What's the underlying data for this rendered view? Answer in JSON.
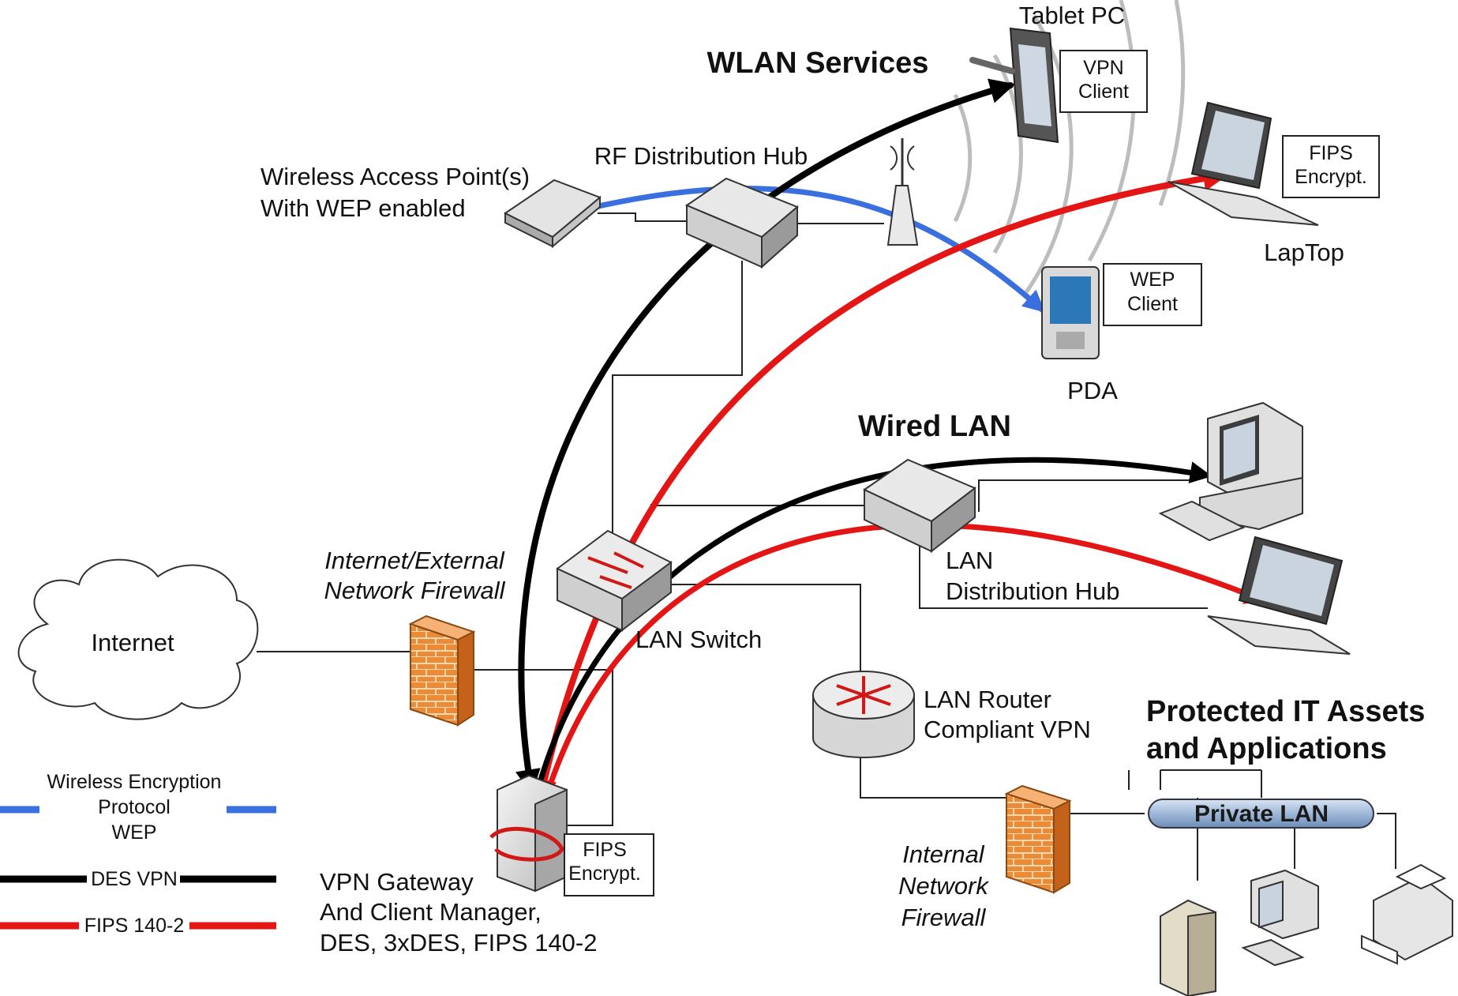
{
  "titles": {
    "wlan": "WLAN Services",
    "wired": "Wired LAN",
    "protected_line1": "Protected IT Assets",
    "protected_line2": "and Applications"
  },
  "devices": {
    "tablet_label": "Tablet PC",
    "tablet_badge": [
      "VPN",
      "Client"
    ],
    "laptop_label": "LapTop",
    "laptop_badge": [
      "FIPS",
      "Encrypt."
    ],
    "pda_label": "PDA",
    "pda_badge": [
      "WEP",
      "Client"
    ],
    "access_point_label": [
      "Wireless Access Point(s)",
      "With WEP enabled"
    ],
    "rf_hub_label": "RF Distribution Hub",
    "internet_label": "Internet",
    "external_firewall_label": [
      "Internet/External",
      "Network Firewall"
    ],
    "lan_switch_label": "LAN Switch",
    "lan_hub_label": [
      "LAN",
      "Distribution Hub"
    ],
    "lan_router_label": [
      "LAN Router",
      "Compliant VPN"
    ],
    "internal_firewall_label": [
      "Internal",
      "Network",
      "Firewall"
    ],
    "private_lan_label": "Private LAN",
    "vpn_gateway_label": [
      "VPN Gateway",
      "And Client Manager,",
      "DES, 3xDES, FIPS 140-2"
    ],
    "vpn_gateway_badge": [
      "FIPS",
      "Encrypt."
    ]
  },
  "legend": {
    "wep": [
      "Wireless Encryption",
      "Protocol",
      "WEP"
    ],
    "des": "DES VPN",
    "fips": "FIPS 140-2"
  },
  "colors": {
    "wep": "#3a6fe0",
    "des": "#000000",
    "fips": "#e41515",
    "firewall": "#e8822a",
    "private_lan": "#9fb8d8"
  }
}
